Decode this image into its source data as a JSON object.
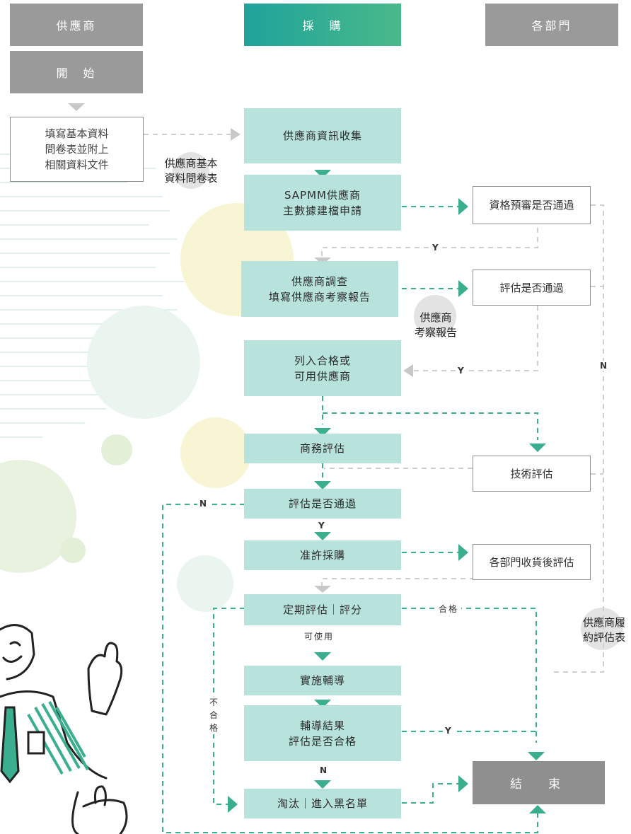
{
  "colors": {
    "teal": "#3bae8f",
    "teal_light": "#b8e3dc",
    "gray": "#9a9a9a",
    "dash_gray": "#cfcfcf",
    "yellow_circle": "#f6f3c9",
    "green_circle": "#e9f5ee"
  },
  "headers": {
    "supplier": "供應商",
    "procurement": "採　購",
    "departments": "各部門"
  },
  "supplier": {
    "start": "開　始",
    "fill_form": "填寫基本資料\n問卷表並附上\n相關資料文件"
  },
  "docs": {
    "basic_questionnaire": "供應商基本\n資料問卷表",
    "inspection_report": "供應商\n考察報告",
    "performance_form": "供應商履\n約評估表"
  },
  "process": {
    "collect": "供應商資訊收集",
    "master_data": "SAPMM供應商\n主數據建檔申請",
    "survey": "供應商調查\n填寫供應商考察報告",
    "qualified": "列入合格或\n可用供應商",
    "business_eval": "商務評估",
    "eval_pass": "評估是否通過",
    "approve": "准許採購",
    "periodic": "定期評估｜評分",
    "coaching": "實施輔導",
    "coaching_result": "輔導結果\n評估是否合格",
    "eliminate": "淘汰｜進入黑名單"
  },
  "departments": {
    "prequal": "資格預審是否通過",
    "eval_pass": "評估是否通過",
    "tech_eval": "技術評估",
    "receive_eval": "各部門收貨後評估",
    "end": "結　束"
  },
  "labels": {
    "y1": "Y",
    "y2": "Y",
    "n_right": "N",
    "n_left": "N",
    "y_eval": "Y",
    "pass": "合格",
    "usable": "可使用",
    "fail": "不\n合\n格",
    "y_coach": "Y",
    "n_coach": "N"
  }
}
